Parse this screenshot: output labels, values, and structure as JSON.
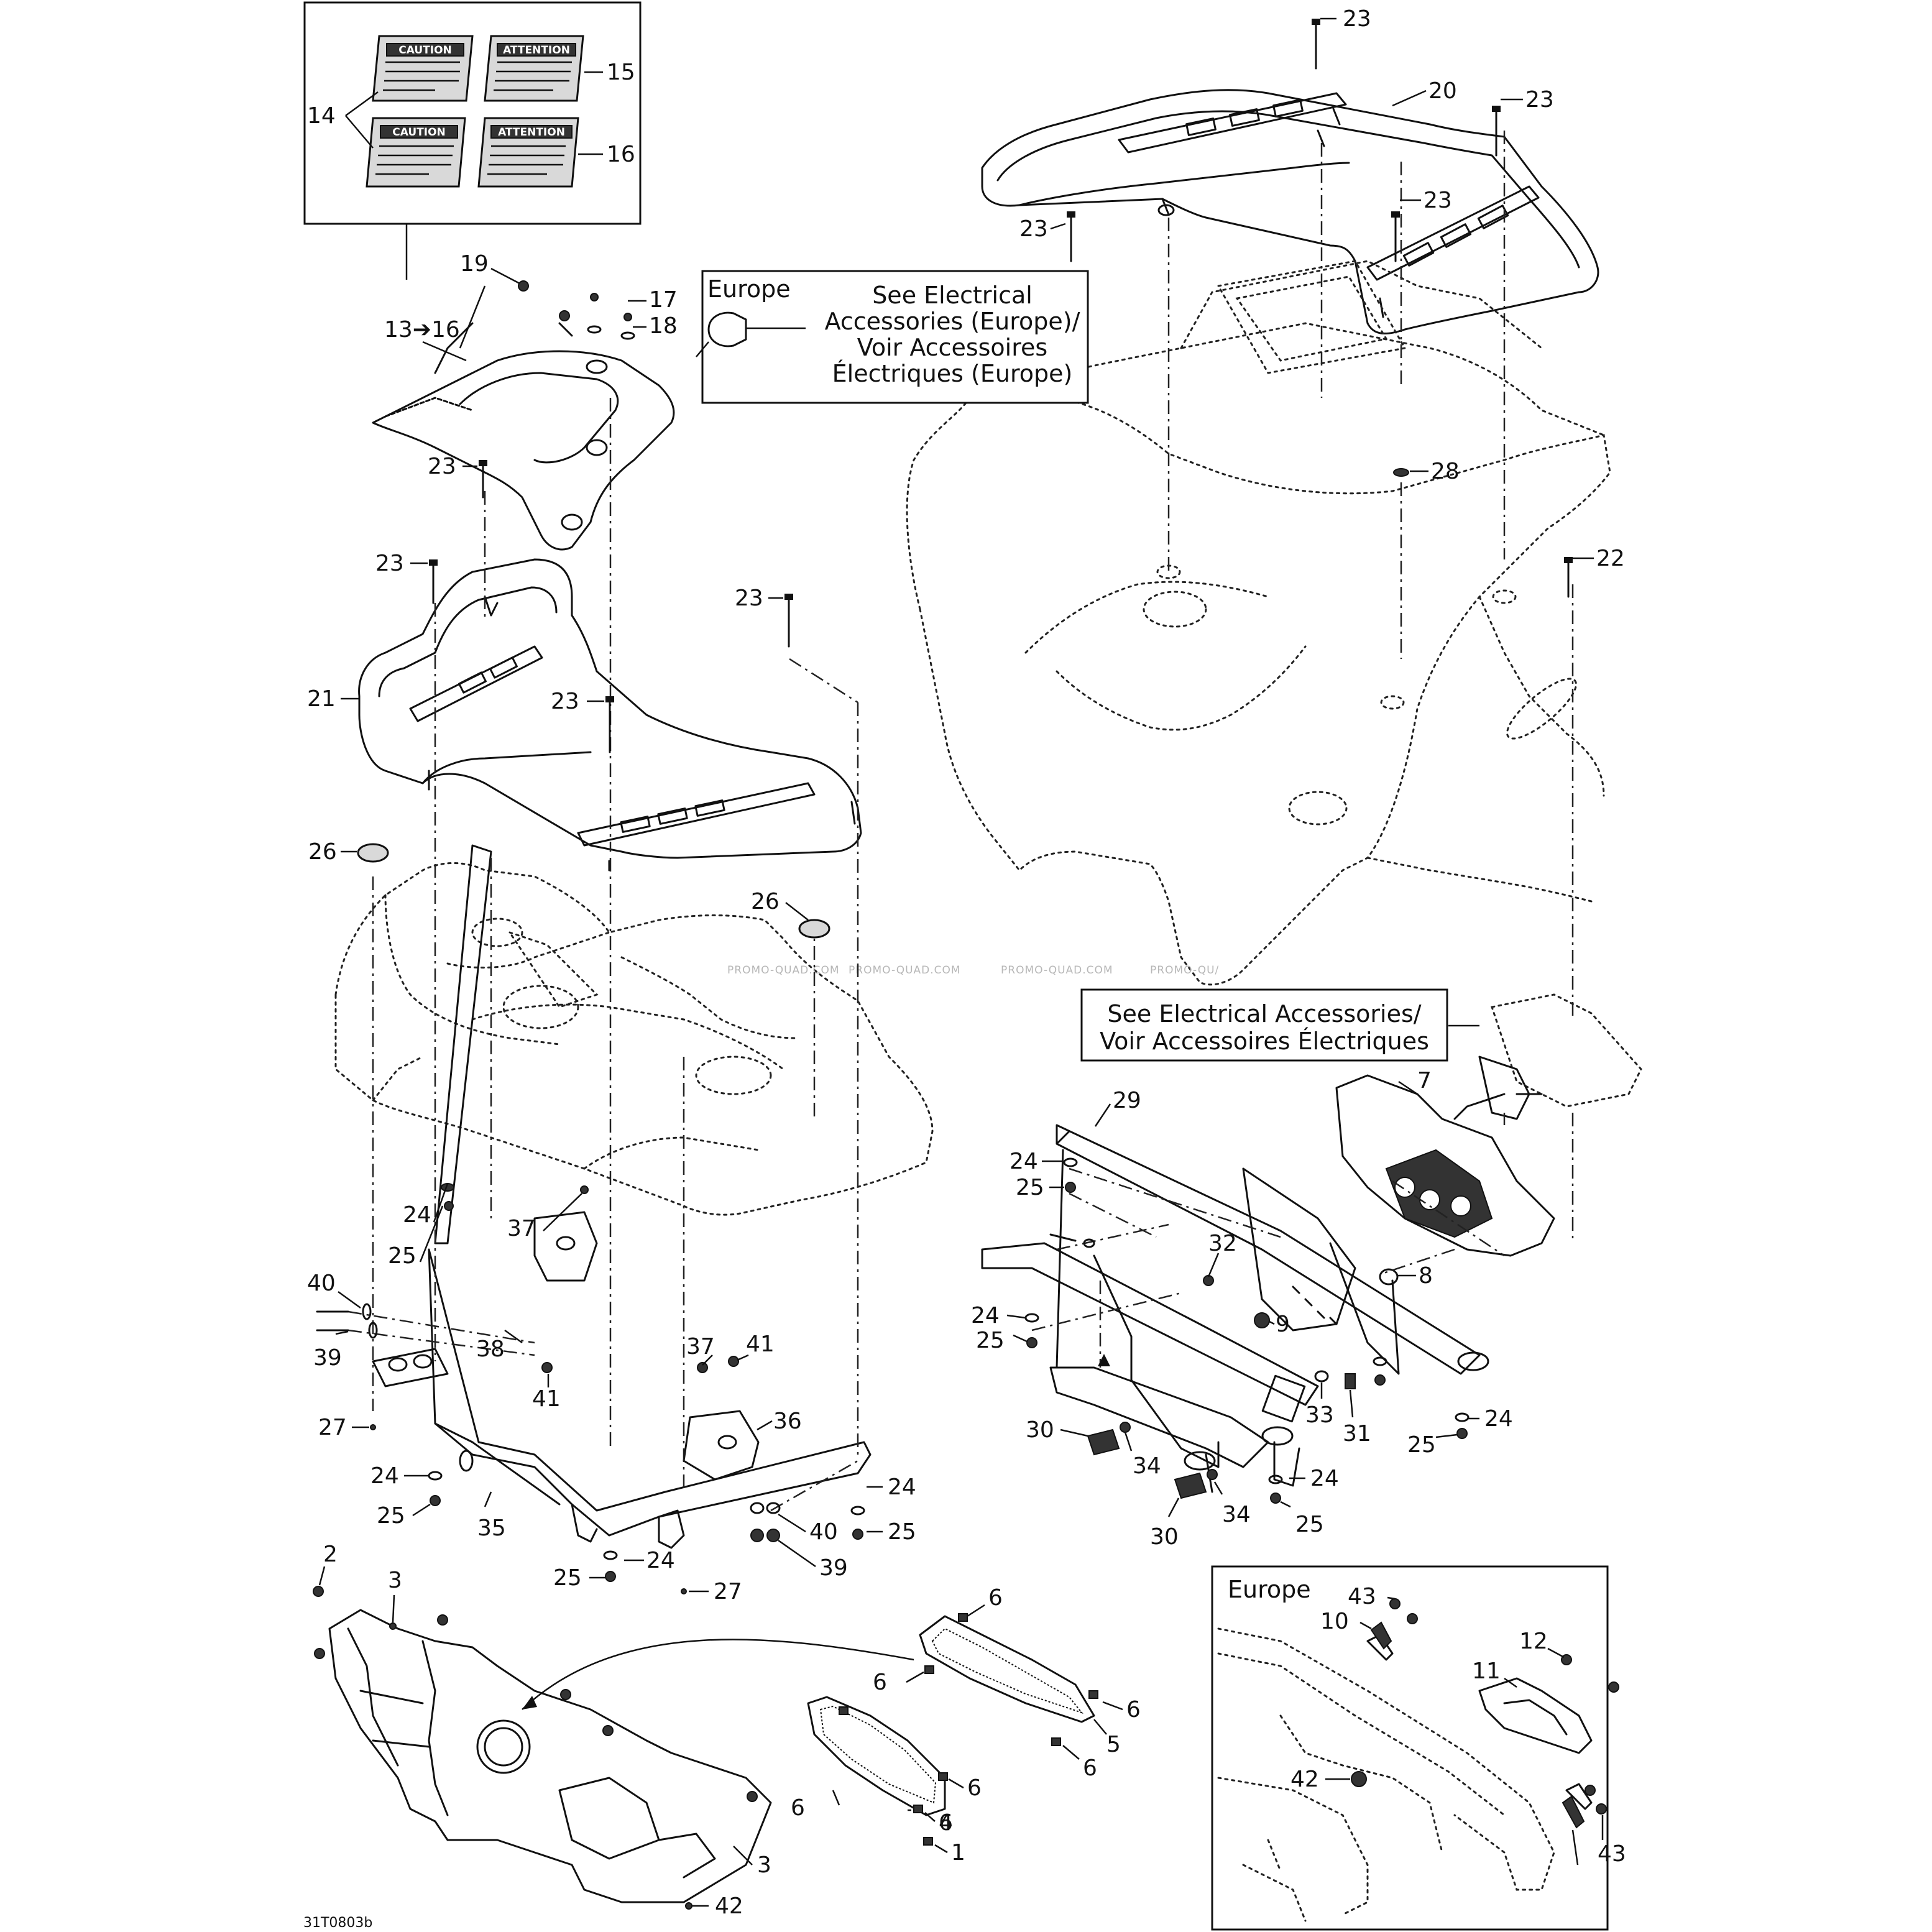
{
  "callouts": {
    "europe_light": "Europe",
    "see_elec_europe": [
      "See Electrical",
      "Accessories (Europe)/",
      "Voir Accessoires",
      "Électriques (Europe)"
    ],
    "see_elec": [
      "See Electrical Accessories/",
      "Voir Accessoires Électriques"
    ],
    "europe_inset": "Europe",
    "ref_arrow": "13➔16"
  },
  "labels": {
    "caution": "CAUTION",
    "attention": "ATTENTION"
  },
  "watermark": [
    "PROMO-QUAD.COM",
    "PROMO-QUAD.COM",
    "PROMO-QUAD.COM",
    "PROMO-QU/"
  ],
  "drawing_number": "31T0803b",
  "part_numbers": [
    "23",
    "20",
    "23",
    "23",
    "23",
    "28",
    "22",
    "14",
    "15",
    "16",
    "19",
    "17",
    "18",
    "13",
    "23",
    "23",
    "21",
    "23",
    "23",
    "26",
    "26",
    "29",
    "7",
    "24",
    "25",
    "8",
    "32",
    "9",
    "24",
    "25",
    "24",
    "25",
    "40",
    "37",
    "38",
    "39",
    "41",
    "27",
    "37",
    "41",
    "36",
    "24",
    "25",
    "35",
    "40",
    "39",
    "24",
    "25",
    "25",
    "24",
    "27",
    "30",
    "34",
    "33",
    "31",
    "24",
    "25",
    "24",
    "30",
    "34",
    "25",
    "2",
    "3",
    "6",
    "6",
    "6",
    "5",
    "6",
    "6",
    "4",
    "6",
    "6",
    "1",
    "3",
    "42",
    "43",
    "10",
    "11",
    "12",
    "42",
    "43"
  ]
}
